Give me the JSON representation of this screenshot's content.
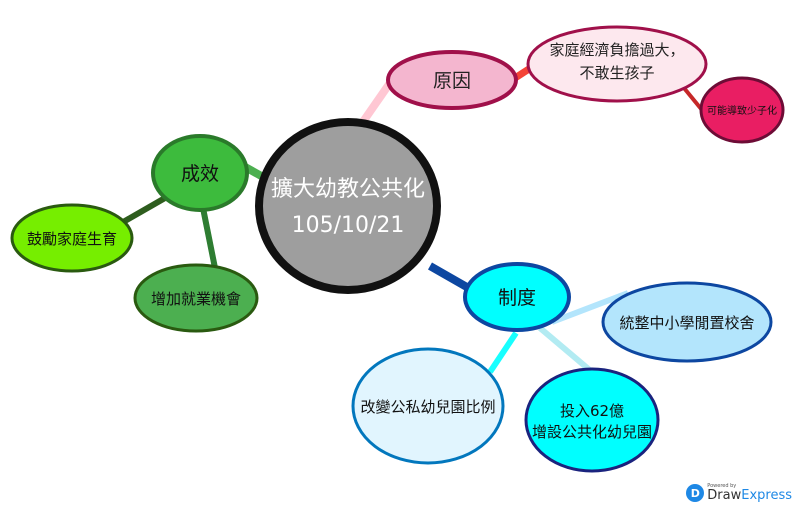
{
  "central": {
    "line1": "擴大幼教公共化",
    "line2": "105/10/21"
  },
  "nodes": {
    "reason": "原因",
    "reason_detail_1": "家庭經濟負擔過大，",
    "reason_detail_2": "不敢生孩子",
    "reason_effect": "可能導致少子化",
    "result": "成效",
    "result_a": "鼓勵家庭生育",
    "result_b": "增加就業機會",
    "system": "制度",
    "system_a": "統整中小學閒置校舍",
    "system_b": "改變公私幼兒園比例",
    "system_c_1": "投入62億",
    "system_c_2": "增設公共化幼兒園"
  },
  "logo": {
    "powered": "Powered by",
    "draw": "Draw",
    "express": "Express"
  }
}
